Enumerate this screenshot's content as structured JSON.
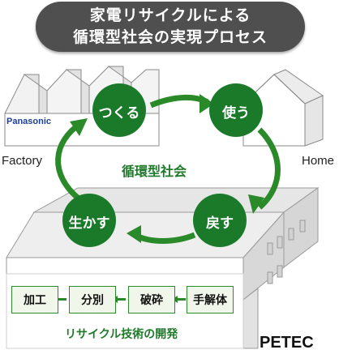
{
  "title": {
    "line1": "家電リサイクルによる",
    "line2": "循環型社会の実現プロセス"
  },
  "labels": {
    "factory": "Factory",
    "home": "Home",
    "cycle_center": "循環型社会",
    "panasonic": "Panasonic",
    "petec": "PETEC",
    "recycling_tech": "リサイクル技術の開発"
  },
  "cycle_nodes": {
    "make": "つくる",
    "use": "使う",
    "return": "戻す",
    "reuse": "生かす"
  },
  "process_steps": [
    "手解体",
    "破砕",
    "分別",
    "加工"
  ],
  "colors": {
    "node_green": "#1a7a2a",
    "arrow_green": "#2a8a2a",
    "title_bg": "#4f4f4f",
    "box_fill": "#f0f7ea",
    "text_green": "#1f7a2a"
  }
}
